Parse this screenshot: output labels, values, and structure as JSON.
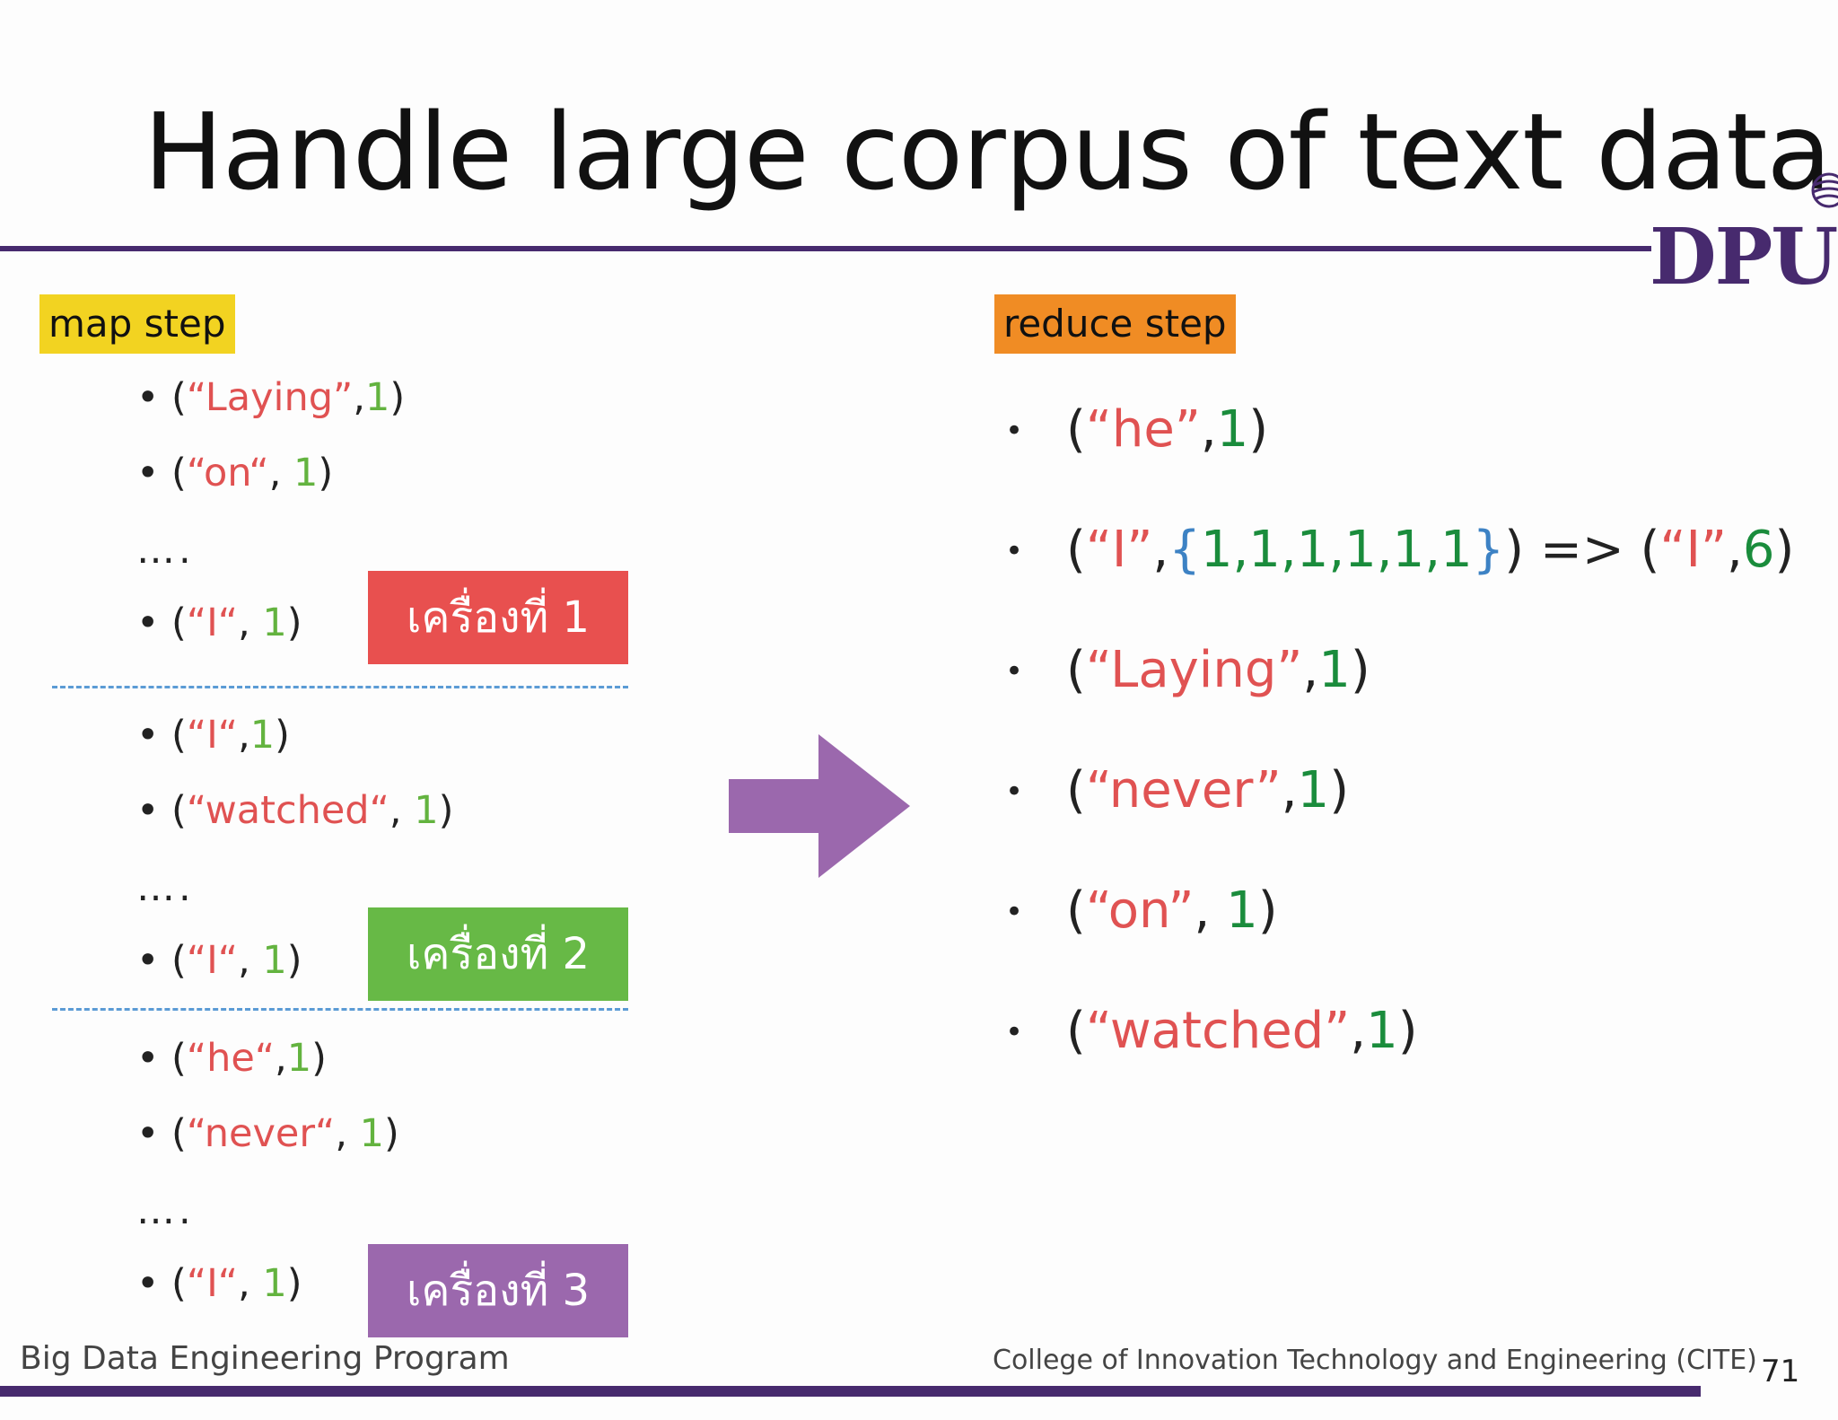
{
  "slide": {
    "title": "Handle large corpus of text data",
    "logo_text": "DPU",
    "page_number": "71"
  },
  "map": {
    "label": "map step",
    "groups": [
      {
        "items": [
          {
            "open": "(",
            "word": "“Laying”",
            "sep": ",",
            "count": "1",
            "close": ")"
          },
          {
            "open": "(",
            "word": "“on“",
            "sep": ", ",
            "count": "1",
            "close": ")"
          }
        ],
        "ellipsis": "….",
        "last": {
          "open": "(",
          "word": "“I“",
          "sep": ", ",
          "count": "1",
          "close": ")"
        },
        "machine": "เครื่องที่ 1"
      },
      {
        "items": [
          {
            "open": "(",
            "word": "“I“",
            "sep": ",",
            "count": "1",
            "close": ")"
          },
          {
            "open": "(",
            "word": "“watched“",
            "sep": ", ",
            "count": "1",
            "close": ")"
          }
        ],
        "ellipsis": "….",
        "last": {
          "open": "(",
          "word": "“I“",
          "sep": ", ",
          "count": "1",
          "close": ")"
        },
        "machine": "เครื่องที่ 2"
      },
      {
        "items": [
          {
            "open": "(",
            "word": "“he“",
            "sep": ",",
            "count": "1",
            "close": ")"
          },
          {
            "open": "(",
            "word": "“never“",
            "sep": ", ",
            "count": "1",
            "close": ")"
          }
        ],
        "ellipsis": "….",
        "last": {
          "open": "(",
          "word": "“I“",
          "sep": ", ",
          "count": "1",
          "close": ")"
        },
        "machine": "เครื่องที่ 3"
      }
    ]
  },
  "reduce": {
    "label": "reduce step",
    "bullet": "•",
    "items": [
      {
        "open": "(",
        "word": "“he”",
        "sep": ",",
        "count": "1",
        "close": ")"
      },
      {
        "open": "(",
        "word": "“I”",
        "sep": ",",
        "brace_open": "{",
        "values": "1,1,1,1,1,1",
        "brace_close": "}",
        "close": ")",
        "arrow": " => ",
        "open2": "(",
        "word2": "“I”",
        "sep2": ",",
        "count2": "6",
        "close2": ")"
      },
      {
        "open": "(",
        "word": "“Laying”",
        "sep": ",",
        "count": "1",
        "close": ")"
      },
      {
        "open": "(",
        "word": "“never”",
        "sep": ",",
        "count": "1",
        "close": ")"
      },
      {
        "open": "(",
        "word": "“on”",
        "sep": ", ",
        "count": "1",
        "close": ")"
      },
      {
        "open": "(",
        "word": "“watched”",
        "sep": ",",
        "count": "1",
        "close": ")"
      }
    ]
  },
  "footer": {
    "left": "Big Data Engineering Program",
    "right": "College of Innovation Technology and Engineering (CITE)"
  },
  "colors": {
    "brand_purple": "#472a6e",
    "map_label_bg": "#f2d321",
    "reduce_label_bg": "#f08c24",
    "machine1": "#e8504f",
    "machine2": "#67b946",
    "machine3": "#9b68ad",
    "arrow": "#9b68ad",
    "word_red": "#e05252",
    "count_green": "#63b33f"
  }
}
